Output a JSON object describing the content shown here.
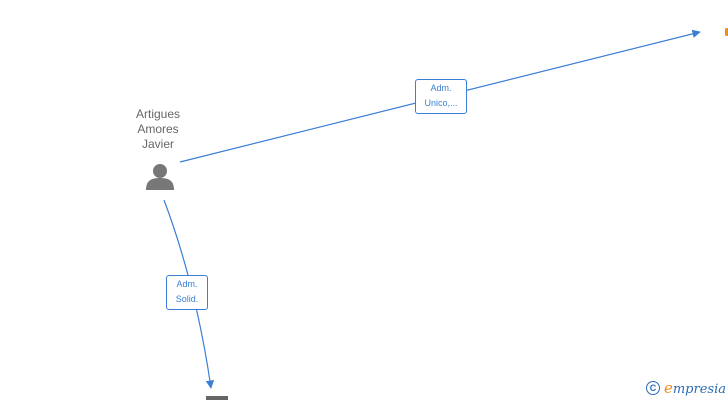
{
  "person": {
    "name_lines": [
      "Artigues",
      "Amores",
      "Javier"
    ],
    "icon": "person-icon"
  },
  "edges": [
    {
      "label_lines": [
        "Adm.",
        "Unico,..."
      ]
    },
    {
      "label_lines": [
        "Adm.",
        "Solid."
      ]
    }
  ],
  "watermark": {
    "copyright_symbol": "C",
    "brand_initial": "e",
    "brand_rest": "mpresia"
  },
  "colors": {
    "edge": "#3a7fd5",
    "node_gray": "#777777",
    "brand_accent": "#f08a1c"
  }
}
